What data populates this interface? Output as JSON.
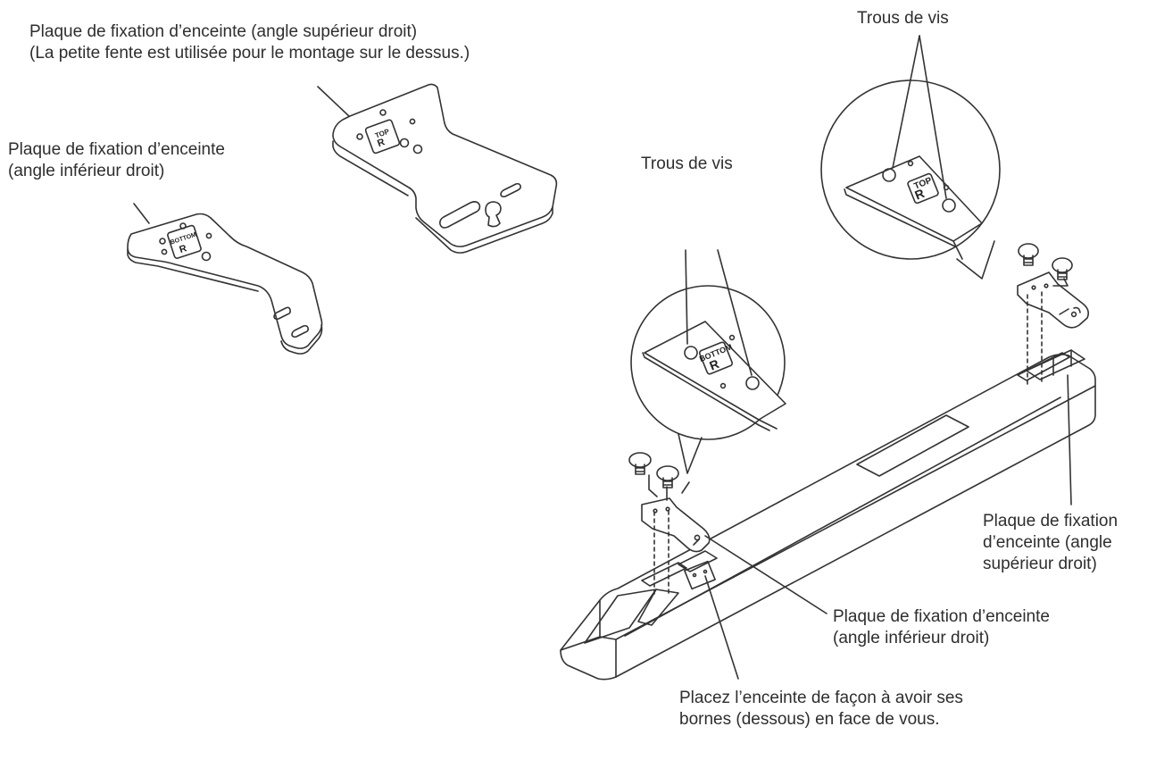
{
  "labels": {
    "top_plate_title": {
      "line1": "Plaque de fixation d’enceinte (angle supérieur droit)",
      "line2": "(La petite fente est utilisée pour le montage sur le dessus.)"
    },
    "bottom_plate_title": {
      "line1": "Plaque de fixation d’enceinte",
      "line2": "(angle inférieur droit)"
    },
    "screw_holes_left": "Trous de vis",
    "screw_holes_right": "Trous de vis",
    "callout_top_plate": {
      "line1": "Plaque de fixation",
      "line2": "d’enceinte (angle",
      "line3": "supérieur droit)"
    },
    "callout_bottom_plate": {
      "line1": "Plaque de fixation d’enceinte",
      "line2": "(angle inférieur droit)"
    },
    "placement_note": {
      "line1": "Placez l’enceinte de façon à avoir ses",
      "line2": "bornes (dessous) en face de vous."
    }
  },
  "plate_markings": {
    "top": "TOP",
    "bottom": "BOTTOM",
    "side": "R"
  },
  "colors": {
    "line": "#333333",
    "text": "#2e2e2e",
    "background": "#ffffff"
  }
}
